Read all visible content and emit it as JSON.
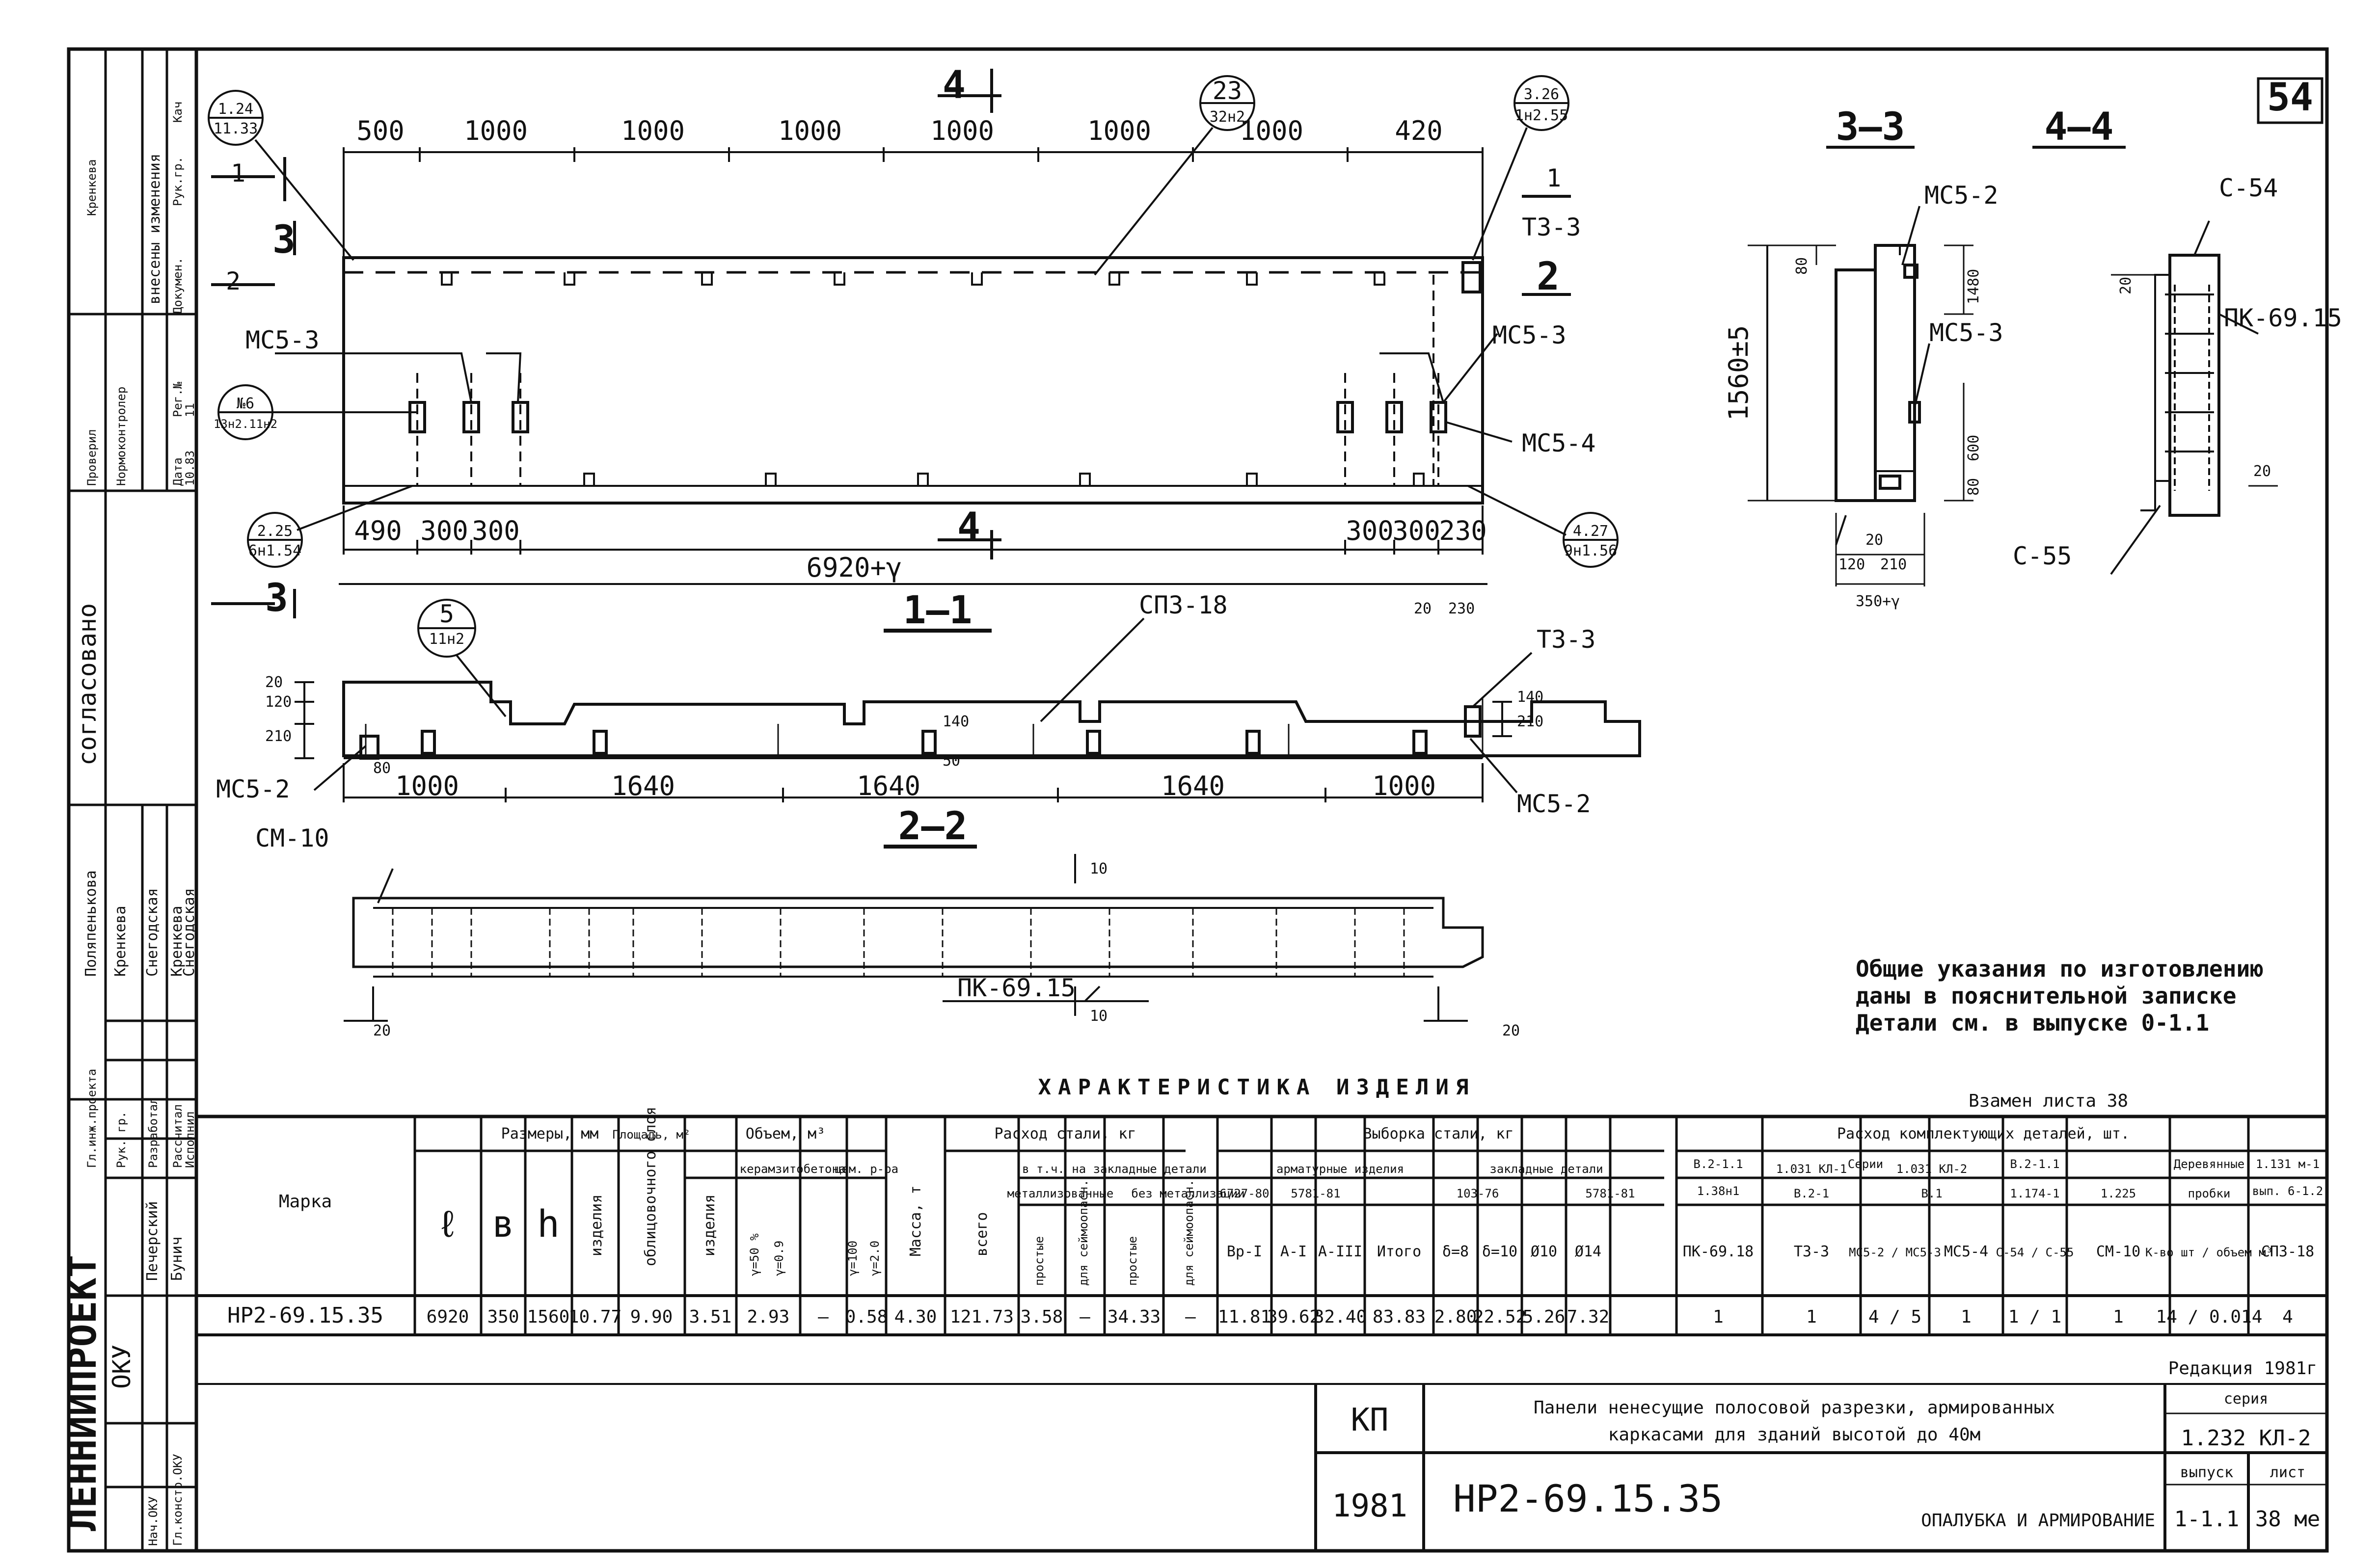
{
  "sheet": {
    "page_no": "54",
    "left_strip": {
      "org": "ЛЕННИИПРОЕКТ",
      "dept": "ОКУ",
      "approved": "согласовано",
      "changes": "внесены изменения",
      "rows": [
        {
          "role": "Гл.инж.проекта",
          "name": "Поляпенькова"
        },
        {
          "role": "Рук. гр.",
          "name": "Кренкева"
        },
        {
          "role": "Разработал",
          "name": "Снегодская"
        },
        {
          "role": "Рассчитал",
          "name": "Кренкева"
        },
        {
          "role": "Исполнил",
          "name": "Снегодская"
        },
        {
          "role": "Нач.ОКУ",
          "name": "Печерский"
        },
        {
          "role": "Гл.констр.ОКУ",
          "name": "Бунич"
        }
      ],
      "check_rows": [
        "Проверил",
        "Нормоконтролер",
        "Кренкева"
      ],
      "rev_head": [
        "Дата",
        "Рег.№",
        "Докумен.",
        "Рук.гр.",
        "Кач"
      ],
      "rev_values": [
        "10.83",
        "11",
        "",
        ""
      ]
    },
    "elevation": {
      "top_dims": [
        "500",
        "1000",
        "1000",
        "1000",
        "1000",
        "1000",
        "1000",
        "420"
      ],
      "bottom_dims_left": [
        "490",
        "300",
        "300"
      ],
      "bottom_dims_right": [
        "300",
        "300",
        "230"
      ],
      "overall": "6920+γ",
      "callouts": [
        {
          "top": "1.24",
          "bottom": "11.33"
        },
        {
          "top": "23",
          "bottom": "32н2"
        },
        {
          "top": "3.26",
          "bottom": "1н2.55"
        },
        {
          "top": "№6",
          "bottom": "13н2.11н2"
        },
        {
          "top": "2.25",
          "bottom": "6н1.54"
        },
        {
          "top": "4.27",
          "bottom": "9н1.56"
        }
      ],
      "labels": [
        "МС5-3",
        "МС5-3",
        "МС5-4",
        "ТЗ-3"
      ],
      "section_marks": [
        "1",
        "2",
        "3",
        "4",
        "1",
        "2",
        "3",
        "4"
      ]
    },
    "section_1": {
      "title": "1—1",
      "callout": {
        "top": "5",
        "bottom": "11н2"
      },
      "labels": [
        "СПЗ-18",
        "ТЗ-3",
        "МС5-2",
        "МС5-2"
      ],
      "dims": [
        "1000",
        "1640",
        "1640",
        "1640",
        "1000"
      ],
      "left_dims": [
        "20",
        "120",
        "210"
      ],
      "right_top": [
        "20",
        "230"
      ],
      "right_side": [
        "210",
        "140"
      ],
      "mid": [
        "140",
        "50"
      ],
      "edge": "80"
    },
    "section_2": {
      "title": "2—2",
      "labels": [
        "СМ-10",
        "ПК-69.15"
      ],
      "dims": [
        "10",
        "10",
        "20",
        "20"
      ]
    },
    "section_3": {
      "title": "3—3",
      "labels": [
        "МС5-2",
        "МС5-3"
      ],
      "dims": [
        "1560±5",
        "80",
        "1480",
        "600",
        "80",
        "20",
        "120",
        "210",
        "350+γ"
      ]
    },
    "section_4": {
      "title": "4—4",
      "labels": [
        "С-54",
        "ПК-69.15",
        "С-55"
      ],
      "dims": [
        "20",
        "20"
      ]
    },
    "notes": [
      "Общие указания по изготовлению",
      "даны в пояснительной записке",
      "Детали см. в выпуске 0-1.1"
    ],
    "table": {
      "title": "ХАРАКТЕРИСТИКА ИЗДЕЛИЯ",
      "replaces": "Взамен листа 38",
      "head": {
        "marka": "Марка",
        "sizes": "Размеры, мм",
        "l": "ℓ",
        "b": "в",
        "h": "h",
        "area": "Площадь, м²",
        "area_item": "изделия",
        "area_face": "облицовочного слоя",
        "volume": "Объем, м³",
        "vol_item": "изделия",
        "vol_ceramic": "керамзитобетона",
        "vol_cer_a": "γ=50 %",
        "vol_cer_b": "γ=0.9",
        "vol_cem": "цем. р-ра",
        "vol_cem_a": "γ=100",
        "vol_cem_b": "γ=2.0",
        "mass": "Масса, т",
        "steel": "Расход стали, кг",
        "steel_total": "всего",
        "steel_incl": "в т.ч. на закладные детали",
        "steel_met": "металлизованные",
        "steel_nomet": "без металлизации",
        "steel_sub": [
          "простые",
          "для сеймоопасн.",
          "простые",
          "для сеймоопасн."
        ],
        "sample": "Выборка стали, кг",
        "arm": "арматурные изделия",
        "arm_gost": [
          "6727-80",
          "5781-81"
        ],
        "arm_cols": [
          "Вр-I",
          "A-I",
          "A-III",
          "Итого"
        ],
        "emb": "закладные детали",
        "emb_gost": [
          "103-76",
          "5781-81"
        ],
        "emb_cols": [
          "δ=8",
          "δ=10",
          "Ø10",
          "Ø14"
        ],
        "kit": "Расход комплектующих деталей, шт.",
        "series": "Серии",
        "kit_cols": [
          {
            "series": "B.2-1.1",
            "issue": "1.38н1",
            "name": "ПК-69.18"
          },
          {
            "series": "1.031 КЛ-1",
            "issue": "В.2-1",
            "name": "ТЗ-3"
          },
          {
            "series": "1.031 КЛ-2",
            "issue": "В.1",
            "name": "МС5-2 / МС5-3"
          },
          {
            "series": "",
            "issue": "",
            "name": "МС5-4"
          },
          {
            "series": "В.2-1.1",
            "issue": "1.174-1",
            "name": "С-54 / С-55"
          },
          {
            "series": "",
            "issue": "1.225",
            "name": "СМ-10"
          },
          {
            "series": "Деревянные",
            "issue": "пробки",
            "name": "К-во шт / объем м³"
          },
          {
            "series": "1.131 м-1",
            "issue": "вып. 6-1.2",
            "name": "СПЗ-18"
          }
        ]
      },
      "row": {
        "marka": "НР2-69.15.35",
        "l": "6920",
        "b": "350",
        "h": "1560",
        "area_item": "10.77",
        "area_face": "9.90",
        "vol_item": "3.51",
        "vol_cer": "2.93",
        "vol_cer2": "—",
        "vol_cem": "0.58",
        "mass": "4.30",
        "steel_total": "121.73",
        "met_simple": "3.58",
        "met_seis": "—",
        "nomet_simple": "34.33",
        "nomet_seis": "—",
        "arm": [
          "11.81",
          "39.62",
          "32.40",
          "83.83"
        ],
        "emb": [
          "2.80",
          "22.52",
          "5.26",
          "7.32"
        ],
        "kit": [
          "1",
          "1",
          "4 / 5",
          "1",
          "1 / 1",
          "1",
          "14 / 0.014",
          "4"
        ]
      },
      "edition": "Редакция 1981г"
    },
    "stamp": {
      "kp": "КП",
      "year": "1981",
      "title_1": "Панели ненесущие полосовой разрезки, армированных",
      "title_2": "каркасами для зданий высотой до 40м",
      "mark": "НР2-69.15.35",
      "subtitle": "ОПАЛУБКА И АРМИРОВАНИЕ",
      "series_label": "серия",
      "series": "1.232 КЛ-2",
      "issue_label": "выпуск",
      "issue": "1-1.1",
      "sheet_label": "лист",
      "sheet": "38 ме"
    }
  }
}
